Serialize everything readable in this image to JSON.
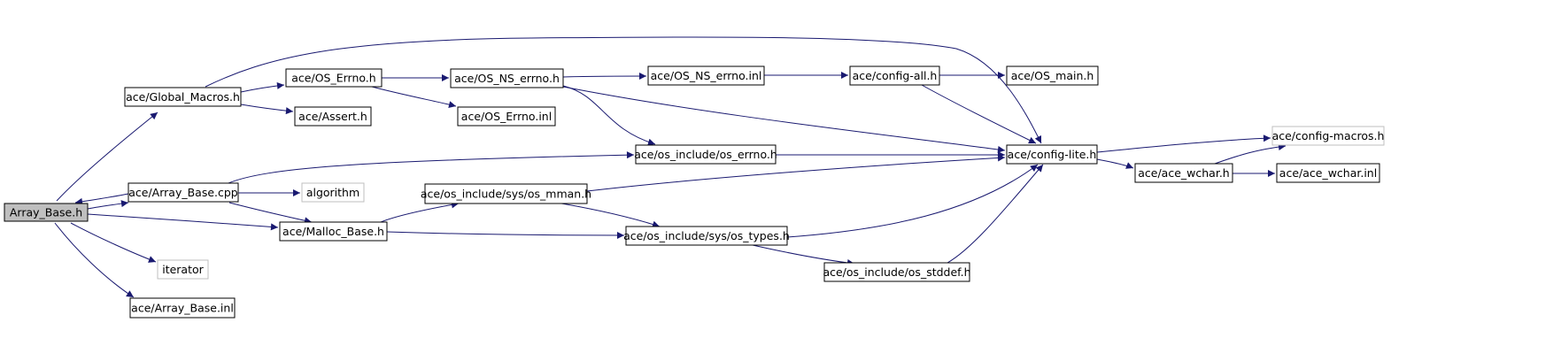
{
  "diagram": {
    "type": "include-dependency-graph",
    "colors": {
      "edge": "#191970",
      "node_border": "#000000",
      "external_border": "#bfbfbf",
      "root_fill": "#bfbfbf",
      "node_fill": "#ffffff"
    },
    "nodes": [
      {
        "id": "array_base_h",
        "label": "Array_Base.h",
        "kind": "root"
      },
      {
        "id": "global_macros",
        "label": "ace/Global_Macros.h",
        "kind": "file"
      },
      {
        "id": "os_errno_h",
        "label": "ace/OS_Errno.h",
        "kind": "file"
      },
      {
        "id": "assert_h",
        "label": "ace/Assert.h",
        "kind": "file"
      },
      {
        "id": "os_ns_errno_h",
        "label": "ace/OS_NS_errno.h",
        "kind": "file"
      },
      {
        "id": "os_errno_inl",
        "label": "ace/OS_Errno.inl",
        "kind": "file"
      },
      {
        "id": "os_ns_errno_inl",
        "label": "ace/OS_NS_errno.inl",
        "kind": "file"
      },
      {
        "id": "config_all",
        "label": "ace/config-all.h",
        "kind": "file"
      },
      {
        "id": "os_main",
        "label": "ace/OS_main.h",
        "kind": "file"
      },
      {
        "id": "config_lite",
        "label": "ace/config-lite.h",
        "kind": "file"
      },
      {
        "id": "config_macros",
        "label": "ace/config-macros.h",
        "kind": "external"
      },
      {
        "id": "ace_wchar_h",
        "label": "ace/ace_wchar.h",
        "kind": "file"
      },
      {
        "id": "ace_wchar_inl",
        "label": "ace/ace_wchar.inl",
        "kind": "file"
      },
      {
        "id": "os_include_errno",
        "label": "ace/os_include/os_errno.h",
        "kind": "file"
      },
      {
        "id": "array_base_cpp",
        "label": "ace/Array_Base.cpp",
        "kind": "file"
      },
      {
        "id": "algorithm",
        "label": "algorithm",
        "kind": "external"
      },
      {
        "id": "os_mman",
        "label": "ace/os_include/sys/os_mman.h",
        "kind": "file"
      },
      {
        "id": "malloc_base",
        "label": "ace/Malloc_Base.h",
        "kind": "file"
      },
      {
        "id": "os_types",
        "label": "ace/os_include/sys/os_types.h",
        "kind": "file"
      },
      {
        "id": "iterator",
        "label": "iterator",
        "kind": "external"
      },
      {
        "id": "os_stddef",
        "label": "ace/os_include/os_stddef.h",
        "kind": "file"
      },
      {
        "id": "array_base_inl",
        "label": "ace/Array_Base.inl",
        "kind": "file"
      }
    ],
    "edges": [
      {
        "from": "array_base_h",
        "to": "global_macros"
      },
      {
        "from": "array_base_h",
        "to": "array_base_cpp"
      },
      {
        "from": "array_base_h",
        "to": "malloc_base"
      },
      {
        "from": "array_base_h",
        "to": "iterator"
      },
      {
        "from": "array_base_h",
        "to": "array_base_inl"
      },
      {
        "from": "global_macros",
        "to": "os_errno_h"
      },
      {
        "from": "global_macros",
        "to": "assert_h"
      },
      {
        "from": "global_macros",
        "to": "config_lite"
      },
      {
        "from": "os_errno_h",
        "to": "os_ns_errno_h"
      },
      {
        "from": "os_errno_h",
        "to": "os_errno_inl"
      },
      {
        "from": "os_ns_errno_h",
        "to": "os_ns_errno_inl"
      },
      {
        "from": "os_ns_errno_h",
        "to": "os_include_errno"
      },
      {
        "from": "os_ns_errno_h",
        "to": "config_lite"
      },
      {
        "from": "os_ns_errno_inl",
        "to": "config_all"
      },
      {
        "from": "config_all",
        "to": "os_main"
      },
      {
        "from": "config_all",
        "to": "config_lite"
      },
      {
        "from": "os_include_errno",
        "to": "config_lite"
      },
      {
        "from": "config_lite",
        "to": "config_macros"
      },
      {
        "from": "config_lite",
        "to": "ace_wchar_h"
      },
      {
        "from": "ace_wchar_h",
        "to": "config_macros"
      },
      {
        "from": "ace_wchar_h",
        "to": "ace_wchar_inl"
      },
      {
        "from": "array_base_cpp",
        "to": "array_base_h"
      },
      {
        "from": "array_base_cpp",
        "to": "algorithm"
      },
      {
        "from": "array_base_cpp",
        "to": "malloc_base"
      },
      {
        "from": "array_base_cpp",
        "to": "os_include_errno"
      },
      {
        "from": "malloc_base",
        "to": "os_mman"
      },
      {
        "from": "malloc_base",
        "to": "os_types"
      },
      {
        "from": "os_mman",
        "to": "os_types"
      },
      {
        "from": "os_mman",
        "to": "config_lite"
      },
      {
        "from": "os_types",
        "to": "os_stddef"
      },
      {
        "from": "os_types",
        "to": "config_lite"
      },
      {
        "from": "os_stddef",
        "to": "config_lite"
      }
    ]
  }
}
